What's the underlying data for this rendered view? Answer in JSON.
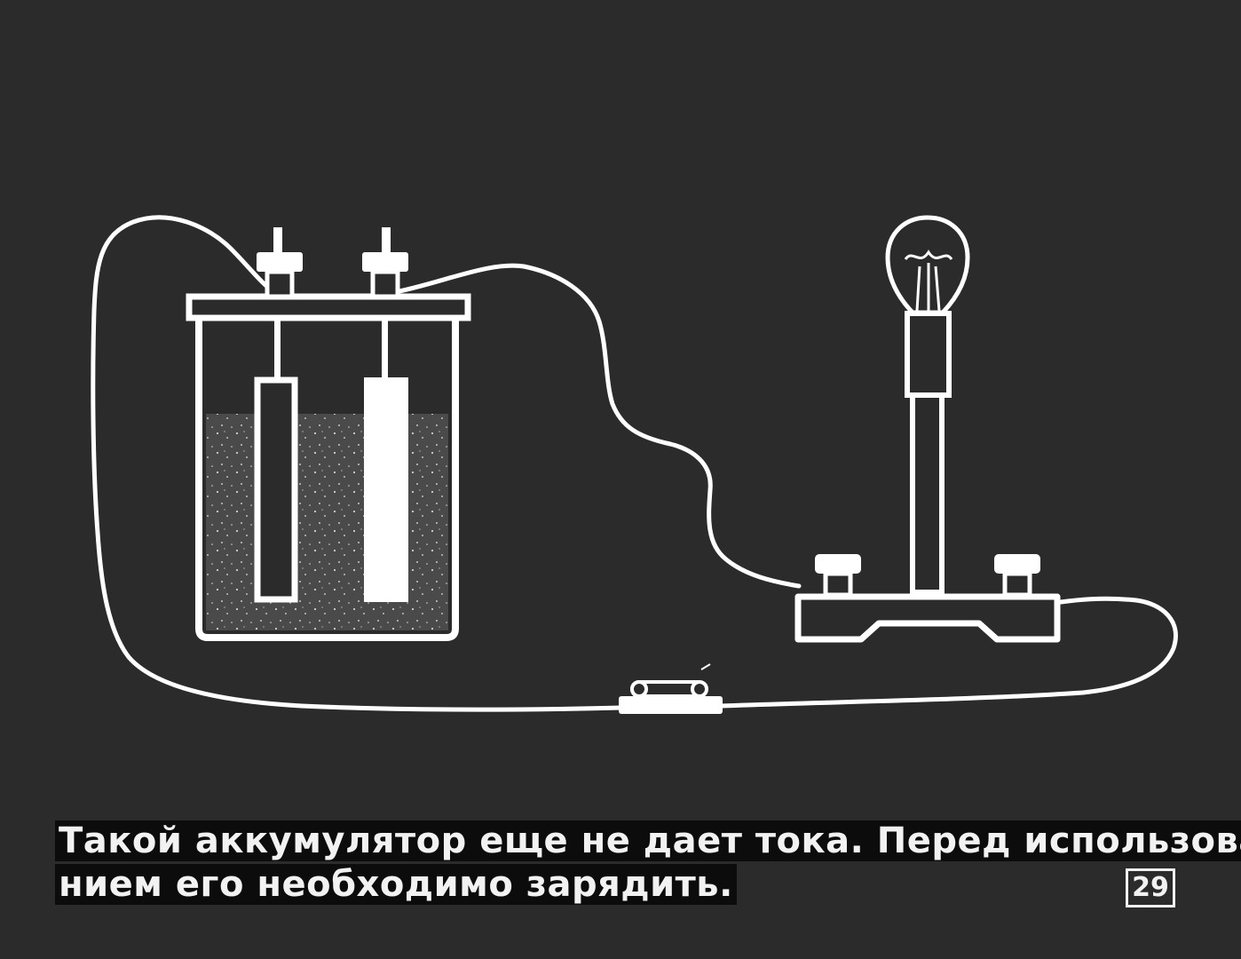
{
  "caption": {
    "line1": "Такой аккумулятор еще не дает тока. Перед использова-",
    "line2": "нием его необходимо зарядить."
  },
  "slide_number": "29",
  "colors": {
    "background": "#2b2b2b",
    "drawing": "#ffffff",
    "caption_bg": "#0c0c0c"
  }
}
